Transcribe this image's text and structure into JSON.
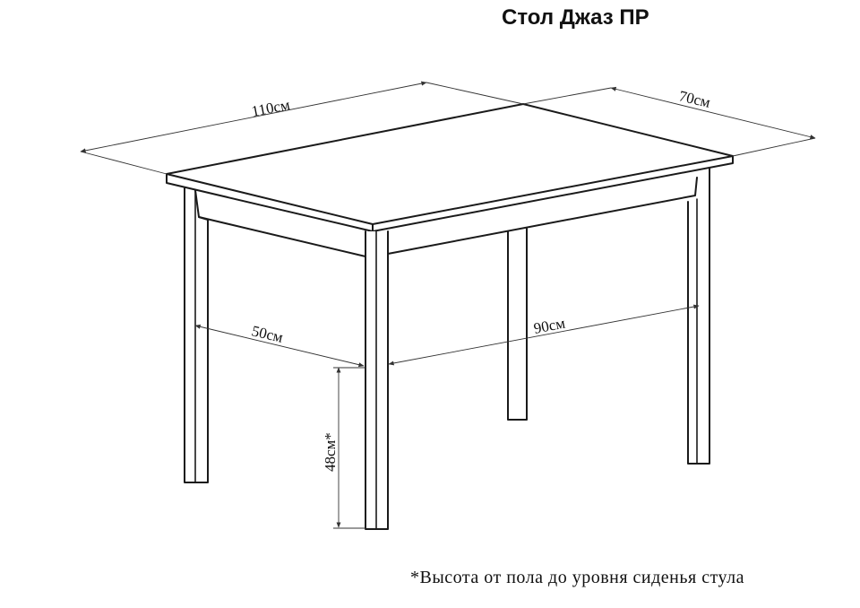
{
  "title": "Стол Джаз ПР",
  "dimensions": {
    "length": "110см",
    "width": "70см",
    "inner_width": "50см",
    "inner_length": "90см",
    "seat_height": "48см*"
  },
  "footnote": "*Высота от пола до уровня сиденья стула"
}
